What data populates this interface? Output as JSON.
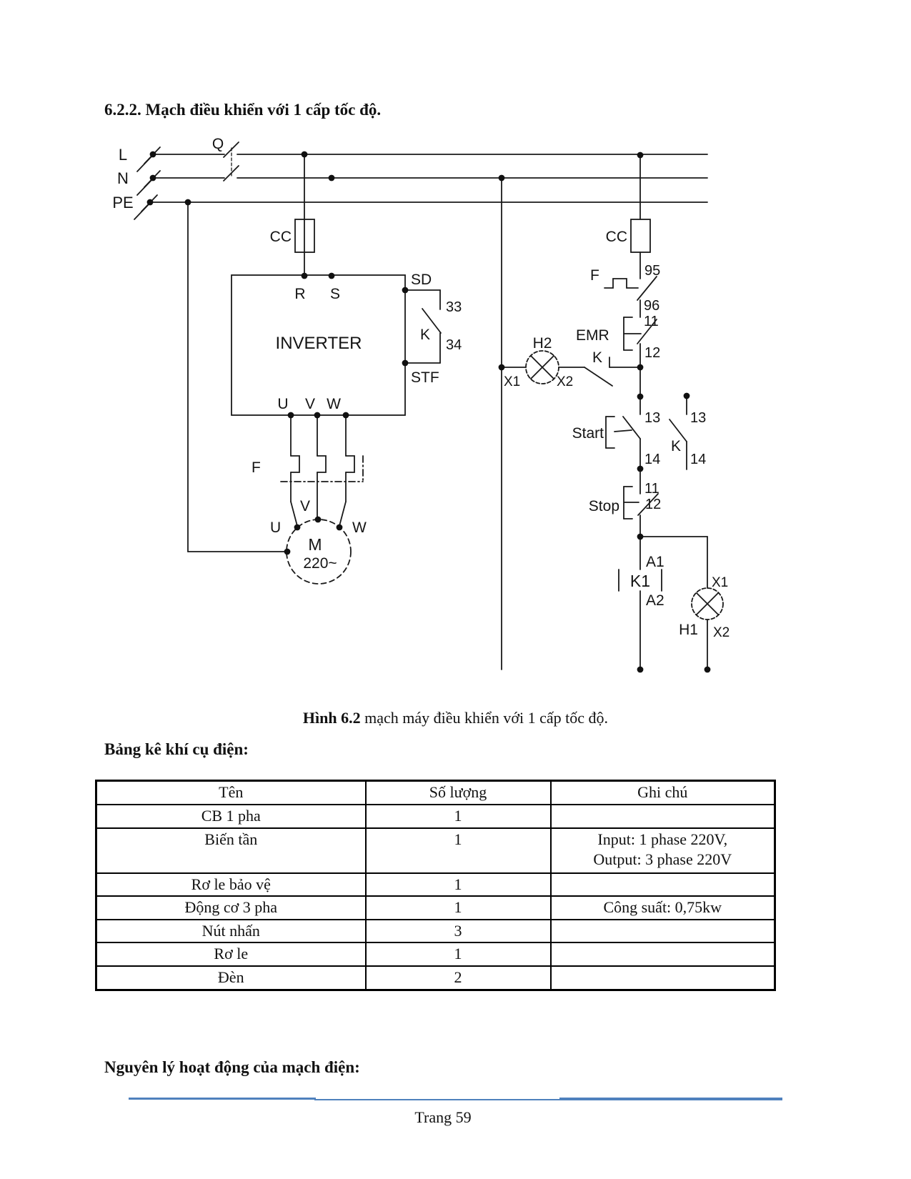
{
  "page": {
    "heading": "6.2.2. Mạch điều khiển với 1 cấp tốc độ.",
    "figure_caption_bold": "Hình 6.2",
    "figure_caption_rest": " mạch máy điều khiển với 1 cấp tốc độ.",
    "table_heading": "Bảng kê khí cụ điện:",
    "principle_heading": "Nguyên lý hoạt động của mạch điện:",
    "page_number": "Trang 59"
  },
  "colors": {
    "accent_line": "#4f81bd",
    "ink": "#111111"
  },
  "diagram": {
    "rail_l": "L",
    "rail_n": "N",
    "rail_pe": "PE",
    "breaker": "Q",
    "fuse_main": "CC",
    "fuse_control": "CC",
    "inv_title": "INVERTER",
    "inv_r": "R",
    "inv_s": "S",
    "inv_u": "U",
    "inv_v": "V",
    "inv_w": "W",
    "inv_sd": "SD",
    "inv_stf": "STF",
    "k_run": "K",
    "k_run_33": "33",
    "k_run_34": "34",
    "overload": "F",
    "motor_u": "U",
    "motor_v": "V",
    "motor_w": "W",
    "motor_m": "M",
    "motor_volt": "220~",
    "ctl_overload": "F",
    "t95": "95",
    "t96": "96",
    "t11": "11",
    "t12": "12",
    "emr": "EMR",
    "h2": "H2",
    "h2_x1": "X1",
    "h2_x2": "X2",
    "k_nc": "K",
    "t13": "13",
    "t14": "14",
    "start": "Start",
    "k_aux": "K",
    "k13": "13",
    "k14": "14",
    "stop": "Stop",
    "stop11": "11",
    "stop12": "12",
    "coil_a1": "A1",
    "coil_k1": "K1",
    "coil_a2": "A2",
    "h1": "H1",
    "h1_x1": "X1",
    "h1_x2": "X2"
  },
  "table": {
    "headers": [
      "Tên",
      "Số lượng",
      "Ghi chú"
    ],
    "rows": [
      [
        "CB 1 pha",
        "1",
        ""
      ],
      [
        "Biến tần",
        "1",
        "Input: 1 phase 220V,\nOutput: 3 phase 220V"
      ],
      [
        "Rơ le bảo vệ",
        "1",
        ""
      ],
      [
        "Động cơ 3 pha",
        "1",
        "Công suất: 0,75kw"
      ],
      [
        "Nút nhấn",
        "3",
        ""
      ],
      [
        "Rơ le",
        "1",
        ""
      ],
      [
        "Đèn",
        "2",
        ""
      ]
    ]
  }
}
